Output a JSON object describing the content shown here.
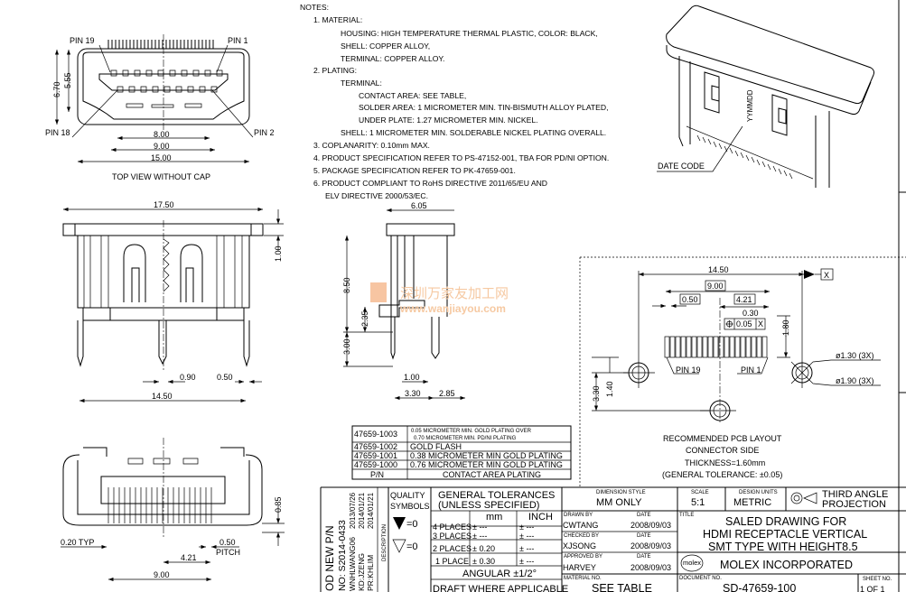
{
  "notes": {
    "heading": "NOTES:",
    "lines": [
      "1. MATERIAL:",
      "HOUSING: HIGH TEMPERATURE THERMAL PLASTIC, COLOR: BLACK,",
      "SHELL: COPPER ALLOY,",
      "TERMINAL: COPPER ALLOY.",
      "2. PLATING:",
      "TERMINAL:",
      "CONTACT AREA: SEE TABLE,",
      "SOLDER AREA: 1 MICROMETER MIN. TIN-BISMUTH ALLOY PLATED,",
      "UNDER PLATE: 1.27 MICROMETER MIN. NICKEL.",
      "SHELL: 1 MICROMETER MIN. SOLDERABLE NICKEL PLATING OVERALL.",
      "3. COPLANARITY: 0.10mm MAX.",
      "4. PRODUCT SPECIFICATION REFER TO PS-47152-001, TBA FOR PD/NI OPTION.",
      "5. PACKAGE SPECIFICATION REFER TO PK-47659-001.",
      "6. PRODUCT COMPLIANT TO RoHS DIRECTIVE 2011/65/EU AND",
      "ELV DIRECTIVE 2000/53/EC."
    ]
  },
  "top_view": {
    "pin19": "PIN 19",
    "pin1": "PIN 1",
    "pin18": "PIN 18",
    "pin2": "PIN 2",
    "dim_670": "6.70",
    "dim_555": "5.55",
    "dim_800": "8.00",
    "dim_900": "9.00",
    "dim_1500": "15.00",
    "caption": "TOP VIEW WITHOUT CAP"
  },
  "front_view": {
    "dim_1750": "17.50",
    "dim_100": "1.00",
    "dim_090": "0.90",
    "dim_050": "0.50",
    "dim_1450": "14.50"
  },
  "side_view": {
    "dim_605": "6.05",
    "dim_850": "8.50",
    "dim_235": "2.35",
    "dim_300": "3.00",
    "dim_100": "1.00",
    "dim_330": "3.30",
    "dim_285": "2.85"
  },
  "watermark": {
    "cn": "深圳万家友加工网",
    "url": "www.wanjiayou.com"
  },
  "iso_view": {
    "date_code": "DATE CODE",
    "yymmdd": "YYMMDD"
  },
  "plating_table": {
    "rows": [
      {
        "pn": "47659-1003",
        "plating1": "0.05 MICROMETER MIN. GOLD PLATING OVER",
        "plating2": "0.70 MICROMETER MIN. PD/NI PLATING"
      },
      {
        "pn": "47659-1002",
        "plating": "GOLD FLASH"
      },
      {
        "pn": "47659-1001",
        "plating": "0.38 MICROMETER MIN GOLD PLATING"
      },
      {
        "pn": "47659-1000",
        "plating": "0.76 MICROMETER MIN GOLD PLATING"
      }
    ],
    "header_pn": "P/N",
    "header_plating": "CONTACT AREA PLATING"
  },
  "bottom_view": {
    "dim_085": "0.85",
    "dim_020": "0.20 TYP",
    "dim_050": "0.50",
    "pitch": "PITCH",
    "dim_421": "4.21",
    "dim_900": "9.00"
  },
  "pcb_layout": {
    "dim_1450": "14.50",
    "datum": "X",
    "dim_900": "9.00",
    "dim_050": "0.50",
    "dim_421": "4.21",
    "dim_030": "0.30",
    "tol_value": "0.05",
    "tol_datum": "X",
    "dim_180": "1.80",
    "dim_330": "3.30",
    "dim_140": "1.40",
    "pin19": "PIN 19",
    "pin1": "PIN 1",
    "hole1": "ø1.30  (3X)",
    "hole2": "ø1.90  (3X)",
    "caption": [
      "RECOMMENDED PCB LAYOUT",
      "CONNECTOR SIDE",
      "THICKNESS=1.60mm",
      "(GENERAL TOLERANCE: ±0.05)"
    ]
  },
  "title_block": {
    "revision": {
      "line1": "OD NEW P/N",
      "line2": "NO: S2014-0433",
      "drawn": "WNHLWANG06",
      "checked": "KD:JZENG",
      "approved": "PR:KHLIM",
      "date1": "2013/07/26",
      "date2": "2014/01/21",
      "date3": "2014/01/21",
      "description": "DESCRIPTION"
    },
    "quality_symbols": "QUALITY",
    "quality_symbols2": "SYMBOLS",
    "sym1": "=0",
    "sym2": "=0",
    "gen_tol1": "GENERAL TOLERANCES",
    "gen_tol2": "(UNLESS SPECIFIED)",
    "col_mm": "mm",
    "col_inch": "INCH",
    "tol_rows": [
      {
        "label": "4 PLACES",
        "mm": "± ---",
        "inch": "± ---"
      },
      {
        "label": "3 PLACES",
        "mm": "± ---",
        "inch": "± ---"
      },
      {
        "label": "2 PLACES",
        "mm": "± 0.20",
        "inch": "± ---"
      },
      {
        "label": "1 PLACE",
        "mm": "± 0.30",
        "inch": "± ---"
      }
    ],
    "angular": "ANGULAR ±1/2°",
    "draft": "DRAFT WHERE APPLICABLE",
    "dim_style_label": "DIMENSION STYLE",
    "dim_style": "MM ONLY",
    "scale_label": "SCALE",
    "scale": "5:1",
    "units_label": "DESIGN UNITS",
    "units": "METRIC",
    "projection1": "THIRD ANGLE",
    "projection2": "PROJECTION",
    "drawn_by_label": "DRAWN BY",
    "drawn_by": "CWTANG",
    "drawn_date": "2008/09/03",
    "checked_by_label": "CHECKED BY",
    "checked_by": "XJSONG",
    "checked_date": "2008/09/03",
    "approved_by_label": "APPROVED BY",
    "approved_by": "HARVEY",
    "approved_date": "2008/09/03",
    "date_label": "DATE",
    "title_label": "TITLE",
    "title": [
      "SALED DRAWING FOR",
      "HDMI RECEPTACLE VERTICAL",
      "SMT TYPE WITH HEIGHT8.5"
    ],
    "logo": "molex",
    "company": "MOLEX INCORPORATED",
    "material_label": "MATERIAL NO.",
    "material": "SEE TABLE",
    "document_label": "DOCUMENT NO.",
    "document": "SD-47659-100",
    "sheet_label": "SHEET NO.",
    "sheet": "1 OF 1"
  }
}
